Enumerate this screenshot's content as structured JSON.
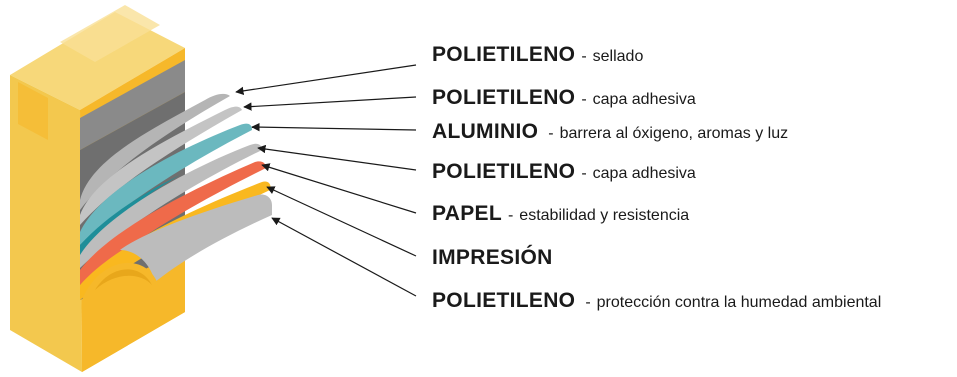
{
  "layers": [
    {
      "name": "POLIETILENO",
      "separator": "-",
      "description": "sellado",
      "color": "#b5b5b5"
    },
    {
      "name": "POLIETILENO",
      "separator": "-",
      "description": "capa adhesiva",
      "color": "#c4c4c4"
    },
    {
      "name": "ALUMINIO",
      "separator": "-",
      "description": "barrera al óxigeno, aromas y luz",
      "color": "#6bb8bf"
    },
    {
      "name": "POLIETILENO",
      "separator": "-",
      "description": "capa adhesiva",
      "color": "#bdbdbd"
    },
    {
      "name": "PAPEL",
      "separator": "-",
      "description": "estabilidad y resistencia",
      "color": "#ef6a4a"
    },
    {
      "name": "IMPRESIÓN",
      "separator": "",
      "description": "",
      "color": "#f9b81f"
    },
    {
      "name": "POLIETILENO",
      "separator": "-",
      "description": "protección contra la humedad ambiental",
      "color": "#bcbcbc"
    }
  ],
  "colors": {
    "carton_front": "#f6b82a",
    "carton_side": "#f3c84e",
    "carton_top": "#f7d87a",
    "carton_inner": "#7a7a7a",
    "arrow": "#1a1a1a"
  }
}
